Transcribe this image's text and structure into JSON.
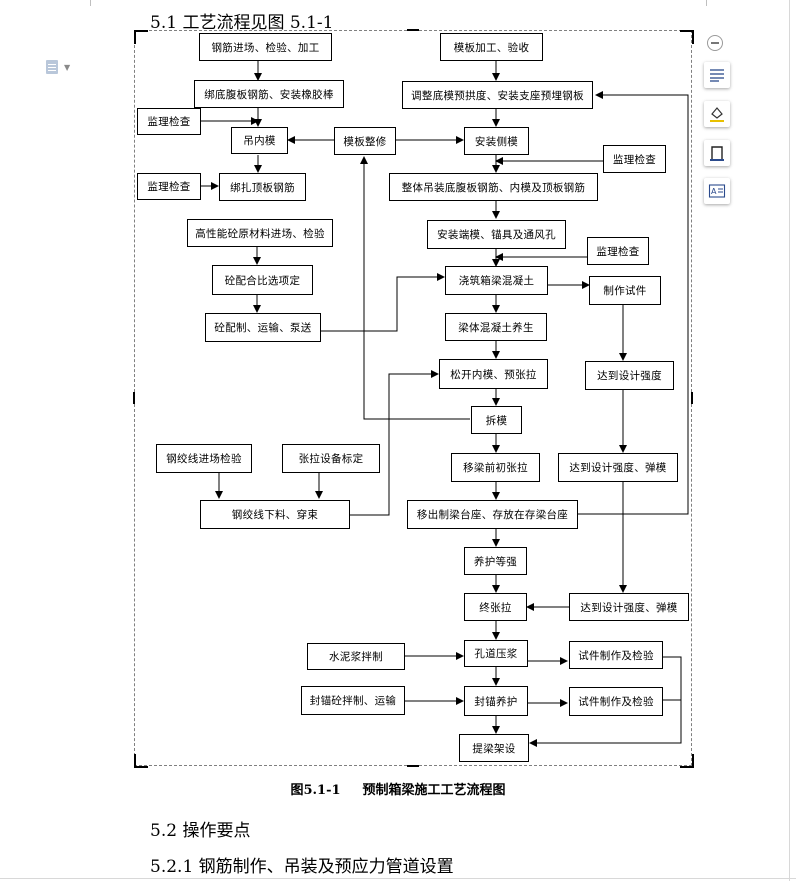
{
  "headings": {
    "h51": "5.1 工艺流程见图 5.1-1",
    "h52": "5.2 操作要点",
    "h521": "5.2.1 钢筋制作、吊装及预应力管道设置"
  },
  "caption": {
    "number": "图5.1-1",
    "title": "预制箱梁施工工艺流程图"
  },
  "flow": {
    "b1": "钢筋进场、检验、加工",
    "b2": "模板加工、验收",
    "b3": "绑底腹板钢筋、安装橡胶棒",
    "b4": "调整底模预拱度、安装支座预埋钢板",
    "b5": "监理检查",
    "b6": "吊内模",
    "b7": "模板整修",
    "b8": "安装侧模",
    "b9": "监理检查",
    "b10": "监理检查",
    "b11": "绑扎顶板钢筋",
    "b12": "整体吊装底腹板钢筋、内模及顶板钢筋",
    "b13": "高性能砼原材料进场、检验",
    "b14": "安装端模、锚具及通风孔",
    "b15": "监理检查",
    "b16": "砼配合比选项定",
    "b17": "浇筑箱梁混凝土",
    "b18": "制作试件",
    "b19": "砼配制、运输、泵送",
    "b20": "梁体混凝土养生",
    "b21": "松开内模、预张拉",
    "b22": "达到设计强度",
    "b23": "拆模",
    "b24": "钢绞线进场检验",
    "b25": "张拉设备标定",
    "b26": "移梁前初张拉",
    "b27": "达到设计强度、弹模",
    "b28": "钢绞线下料、穿束",
    "b29": "移出制梁台座、存放在存梁台座",
    "b30": "养护等强",
    "b31": "终张拉",
    "b32": "达到设计强度、弹模",
    "b33": "水泥浆拌制",
    "b34": "孔道压浆",
    "b35": "试件制作及检验",
    "b36": "封锚砼拌制、运输",
    "b37": "封锚养护",
    "b38": "试件制作及检验",
    "b39": "提梁架设"
  },
  "icons": {
    "zoom": "zoom-out-icon",
    "doc": "document-icon",
    "tools": [
      "format-icon",
      "fill-icon",
      "border-icon",
      "text-box-icon"
    ]
  }
}
